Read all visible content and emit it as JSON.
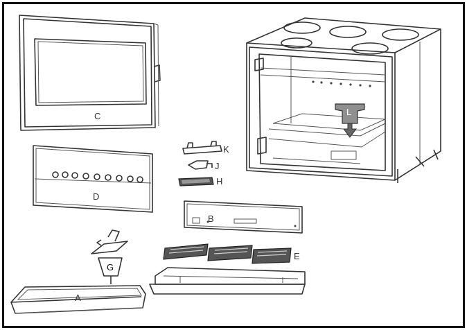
{
  "diagram": {
    "parts": [
      {
        "id": "part-c",
        "label": "C"
      },
      {
        "id": "part-d",
        "label": "D"
      },
      {
        "id": "part-k",
        "label": "K"
      },
      {
        "id": "part-j",
        "label": "J"
      },
      {
        "id": "part-h",
        "label": "H"
      },
      {
        "id": "part-l",
        "label": "L"
      },
      {
        "id": "part-b",
        "label": "B"
      },
      {
        "id": "part-e",
        "label": "E"
      },
      {
        "id": "part-g",
        "label": "G"
      },
      {
        "id": "part-a",
        "label": "A"
      }
    ]
  }
}
